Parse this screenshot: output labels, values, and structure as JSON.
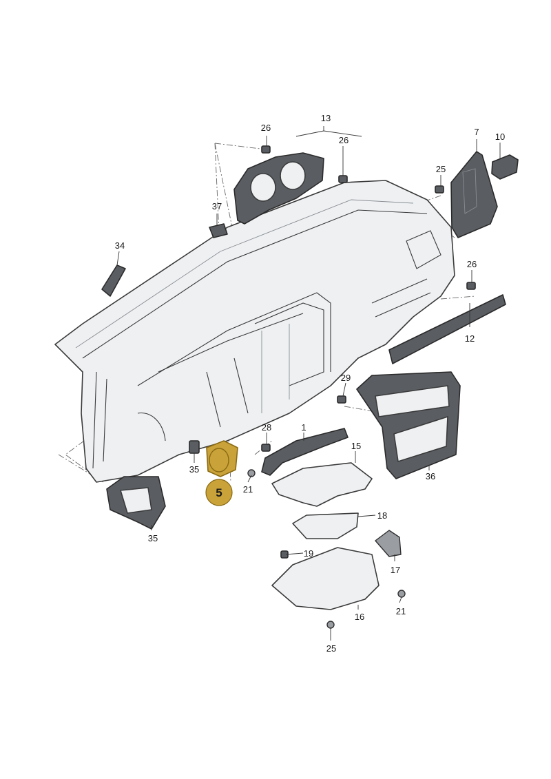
{
  "diagram": {
    "highlight": {
      "label": "5",
      "color": "#c9a23a",
      "border": "#8a6a12"
    },
    "callouts": [
      {
        "id": "1",
        "label": "1"
      },
      {
        "id": "5",
        "label": "5"
      },
      {
        "id": "7",
        "label": "7"
      },
      {
        "id": "10",
        "label": "10"
      },
      {
        "id": "12",
        "label": "12"
      },
      {
        "id": "13",
        "label": "13"
      },
      {
        "id": "15",
        "label": "15"
      },
      {
        "id": "16",
        "label": "16"
      },
      {
        "id": "17",
        "label": "17"
      },
      {
        "id": "18",
        "label": "18"
      },
      {
        "id": "19",
        "label": "19"
      },
      {
        "id": "21a",
        "label": "21"
      },
      {
        "id": "21b",
        "label": "21"
      },
      {
        "id": "21c",
        "label": "21"
      },
      {
        "id": "25a",
        "label": "25"
      },
      {
        "id": "25b",
        "label": "25"
      },
      {
        "id": "26a",
        "label": "26"
      },
      {
        "id": "26b",
        "label": "26"
      },
      {
        "id": "26c",
        "label": "26"
      },
      {
        "id": "28",
        "label": "28"
      },
      {
        "id": "29",
        "label": "29"
      },
      {
        "id": "34",
        "label": "34"
      },
      {
        "id": "35",
        "label": "35"
      },
      {
        "id": "36",
        "label": "36"
      },
      {
        "id": "37",
        "label": "37"
      }
    ]
  }
}
